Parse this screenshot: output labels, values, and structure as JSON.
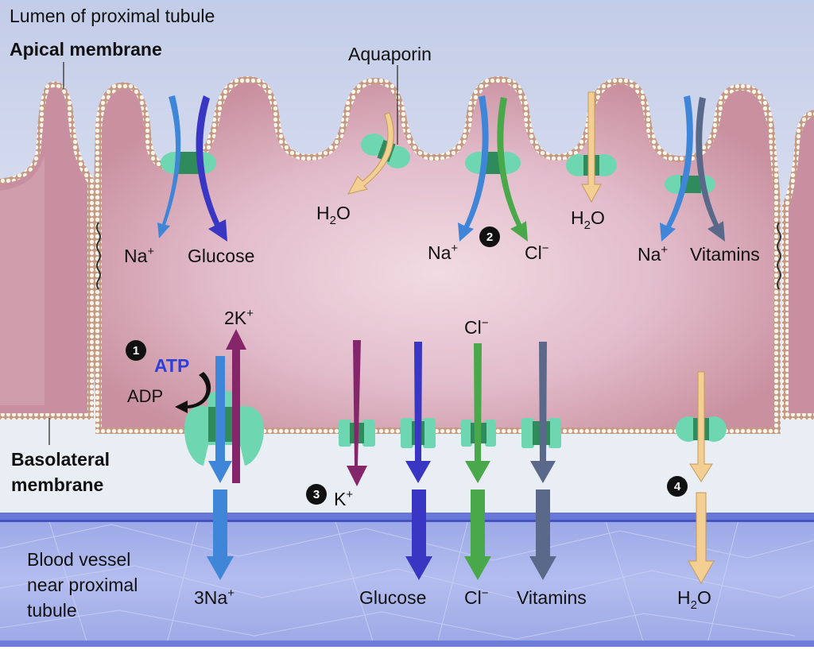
{
  "labels": {
    "lumen": "Lumen of proximal tubule",
    "apical": "Apical membrane",
    "aquaporin": "Aquaporin",
    "basolateral_1": "Basolateral",
    "basolateral_2": "membrane",
    "blood_1": "Blood vessel",
    "blood_2": "near proximal",
    "blood_3": "tubule"
  },
  "apical_transport": {
    "na_1": "Na",
    "glucose": "Glucose",
    "water_1": "H",
    "na_2": "Na",
    "cl_1": "Cl",
    "water_2": "H",
    "na_3": "Na",
    "vitamins": "Vitamins"
  },
  "basolateral_transport": {
    "k2": "2K",
    "atp": "ATP",
    "adp": "ADP",
    "cl": "Cl",
    "k": "K",
    "na3": "3Na",
    "glucose": "Glucose",
    "cl_blood": "Cl",
    "vitamins": "Vitamins",
    "water": "H"
  },
  "chem": {
    "plus": "+",
    "minus": "−",
    "sub2": "2",
    "o": "O"
  },
  "steps": [
    "1",
    "2",
    "3",
    "4"
  ],
  "colors": {
    "lumen_top": "#c9d2ea",
    "lumen_bottom": "#eef1f8",
    "cell_fill": "#d9aebd",
    "cell_core": "#ecd4dc",
    "membrane_bead": "#fbf1e7",
    "bead_stroke": "#cba48f",
    "interstitial": "#eaeef4",
    "vessel": "#a8b4ec",
    "vessel_wall": "#6272d6",
    "channel": "#6fd6b2",
    "channel_dark": "#2f8a5c",
    "sodium_blue": "#3f86d9",
    "glucose_indigo": "#3a36c4",
    "chloride_green": "#48a84a",
    "water_tan": "#f4cf93",
    "vitamins_slate": "#5a6989",
    "potassium_purple": "#86266a",
    "atp_blue": "#2e3fd8"
  }
}
